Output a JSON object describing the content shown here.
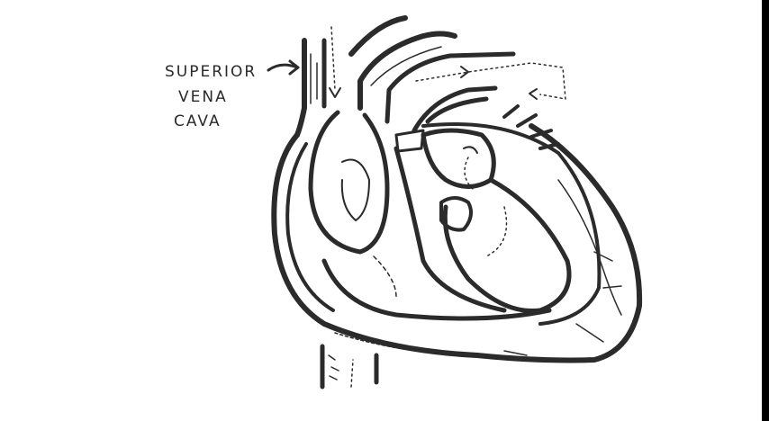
{
  "diagram": {
    "subject": "heart-cross-section",
    "ink_color": "#2b2b2b",
    "background": "#ffffff",
    "labels": {
      "svc_line1": "SUPERIOR",
      "svc_line2": "VENA",
      "svc_line3": "CAVA"
    }
  }
}
